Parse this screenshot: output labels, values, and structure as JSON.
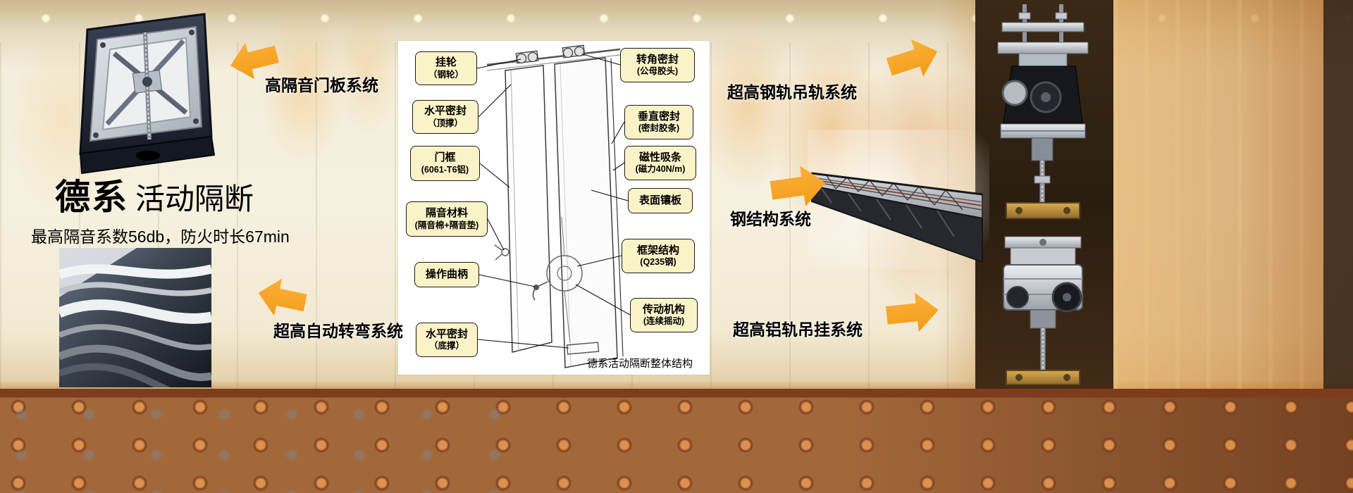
{
  "header": {
    "brand": "德系",
    "product": "活动隔断",
    "subtitle": "最高隔音系数56db，防火时长67min"
  },
  "systems": {
    "left_top": "高隔音门板系统",
    "left_bottom": "超高自动转弯系统",
    "right_top": "超高钢轨吊轨系统",
    "right_middle": "钢结构系统",
    "right_bottom": "超高铝轨吊挂系统"
  },
  "diagram": {
    "caption": "德系活动隔断整体结构",
    "left_labels": [
      {
        "line1": "挂轮",
        "line2": "（钢轮）"
      },
      {
        "line1": "水平密封",
        "line2": "（顶撑）"
      },
      {
        "line1": "门框",
        "line2": "(6061-T6铝)"
      },
      {
        "line1": "隔音材料",
        "line2": "(隔音棉+隔音垫)"
      },
      {
        "line1": "操作曲柄",
        "line2": ""
      },
      {
        "line1": "水平密封",
        "line2": "（底撑）"
      }
    ],
    "right_labels": [
      {
        "line1": "转角密封",
        "line2": "(公母胶头)"
      },
      {
        "line1": "垂直密封",
        "line2": "(密封胶条)"
      },
      {
        "line1": "磁性吸条",
        "line2": "(磁力40N/m)"
      },
      {
        "line1": "表面镶板",
        "line2": ""
      },
      {
        "line1": "框架结构",
        "line2": "(Q235钢)"
      },
      {
        "line1": "传动机构",
        "line2": "(连续摇动)"
      }
    ]
  },
  "colors": {
    "arrow_orange": "#F6A21E",
    "callout_bg": "#FBF3C8",
    "text": "#000000"
  }
}
